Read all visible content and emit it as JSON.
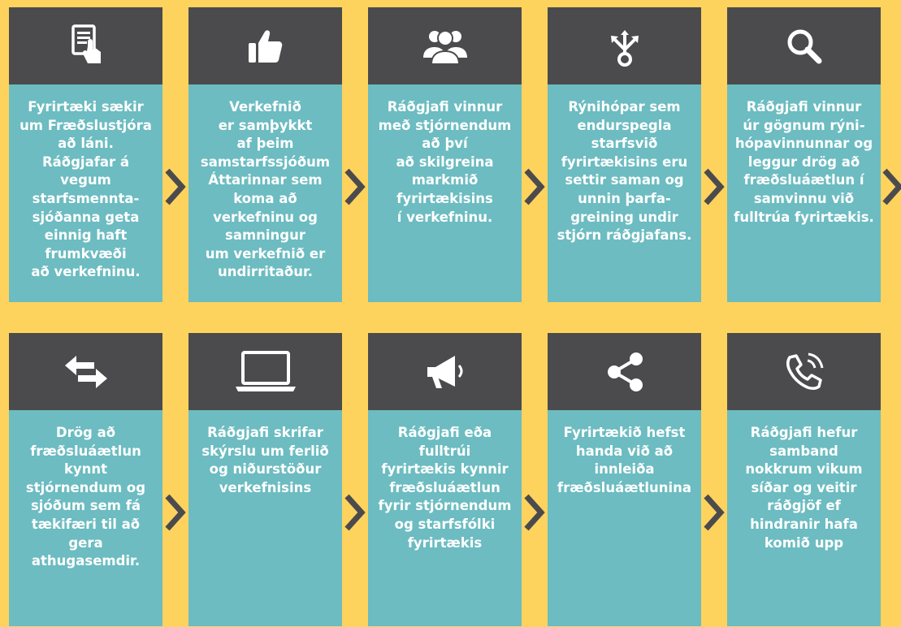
{
  "colors": {
    "background": "#fdd35e",
    "header": "#4b4b4d",
    "body": "#6cbcc1",
    "text": "#ffffff",
    "arrow": "#4b4b4d"
  },
  "steps": [
    {
      "icon": "document-tap-icon",
      "text": "Fyrirtæki sækir\num Fræðslustjóra\nað láni.\nRáðgjafar á\nvegum\nstarfsmennta-\nsjóðanna geta\neinnig haft\nfrumkvæði\nað verkefninu."
    },
    {
      "icon": "thumbs-up-icon",
      "text": "Verkefnið\ner samþykkt\naf þeim\nsamstarfssjóðum\nÁttarinnar sem\nkoma að\nverkefninu og\nsamningur\num verkefnið er\nundirritaður."
    },
    {
      "icon": "people-group-icon",
      "text": "Ráðgjafi vinnur\nmeð stjórnendum\nað því\nað skilgreina\nmarkmið\nfyrirtækisins\ní verkefninu."
    },
    {
      "icon": "split-arrows-icon",
      "text": "Rýnihópar sem\nendurspegla\nstarfsvið\nfyrirtækisins eru\nsettir saman og\nunnin þarfa-\ngreining undir\nstjórn ráðgjafans."
    },
    {
      "icon": "search-icon",
      "text": "Ráðgjafi vinnur\núr gögnum rýni-\nhópavinnunnar og\nleggur drög að\nfræðsluáætlun í\nsamvinnu við\nfulltrúa fyrirtækis."
    },
    {
      "icon": "swap-arrows-icon",
      "text": "Drög að\nfræðsluáætlun\nkynnt\nstjórnendum og\nsjóðum sem fá\ntækifæri til að gera\nathugasemdir."
    },
    {
      "icon": "laptop-icon",
      "text": "Ráðgjafi skrifar\nskýrslu um ferlið\nog niðurstöður\nverkefnisins"
    },
    {
      "icon": "megaphone-icon",
      "text": "Ráðgjafi eða\nfulltrúi\nfyrirtækis kynnir\nfræðsluáætlun\nfyrir stjórnendum\nog starfsfólki\nfyrirtækis"
    },
    {
      "icon": "share-icon",
      "text": "Fyrirtækið hefst\nhanda við að\ninnleiða\nfræðsluáætlunina"
    },
    {
      "icon": "phone-call-icon",
      "text": "Ráðgjafi hefur\nsamband\nnokkrum vikum\nsíðar og veitir\nráðgjöf ef\nhindranir hafa\nkomið upp"
    }
  ]
}
